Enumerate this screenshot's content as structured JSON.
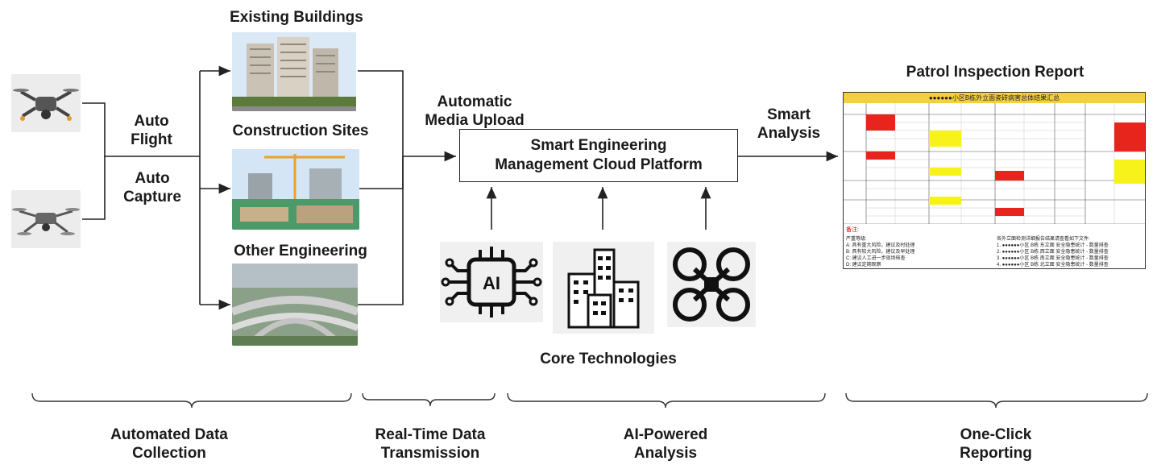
{
  "labels": {
    "existing_buildings": "Existing Buildings",
    "construction_sites": "Construction Sites",
    "other_engineering": "Other Engineering",
    "auto_flight_1": "Auto",
    "auto_flight_2": "Flight",
    "auto_capture_1": "Auto",
    "auto_capture_2": "Capture",
    "auto_upload_1": "Automatic",
    "auto_upload_2": "Media Upload",
    "smart_analysis_1": "Smart",
    "smart_analysis_2": "Analysis",
    "core_technologies": "Core Technologies",
    "report_title": "Patrol Inspection Report"
  },
  "platform": {
    "line1": "Smart Engineering",
    "line2": "Management Cloud Platform"
  },
  "icons": {
    "ai_chip_text": "AI"
  },
  "stages": [
    {
      "line1": "Automated Data",
      "line2": "Collection"
    },
    {
      "line1": "Real-Time Data",
      "line2": "Transmission"
    },
    {
      "line1": "AI-Powered",
      "line2": "Analysis"
    },
    {
      "line1": "One-Click",
      "line2": "Reporting"
    }
  ],
  "report": {
    "title_bar": "●●●●●●小区B栋外立面瓷砖病害总体结果汇总",
    "remark": "备注:",
    "notes_left": [
      "严重等级:",
      "A: 具有重大风险，建议及时处理",
      "B: 具有较大风险，建议及早处理",
      "C: 建议人工进一步现场核查",
      "D: 建议定期观察"
    ],
    "notes_right": [
      "各外立面检测详细报告结果请查看如下文件:",
      "1. ●●●●●●小区 B栋 东立面 安全隐患统计 - 数量排查",
      "2. ●●●●●●小区 B栋 西立面 安全隐患统计 - 数量排查",
      "3. ●●●●●●小区 B栋 南立面 安全隐患统计 - 数量排查",
      "4. ●●●●●●小区 B栋 北立面 安全隐患统计 - 数量排查"
    ]
  },
  "colors": {
    "arrow": "#222222",
    "red": "#e8251c",
    "yellow": "#f7f21a",
    "sky": "#cfe3f5"
  }
}
